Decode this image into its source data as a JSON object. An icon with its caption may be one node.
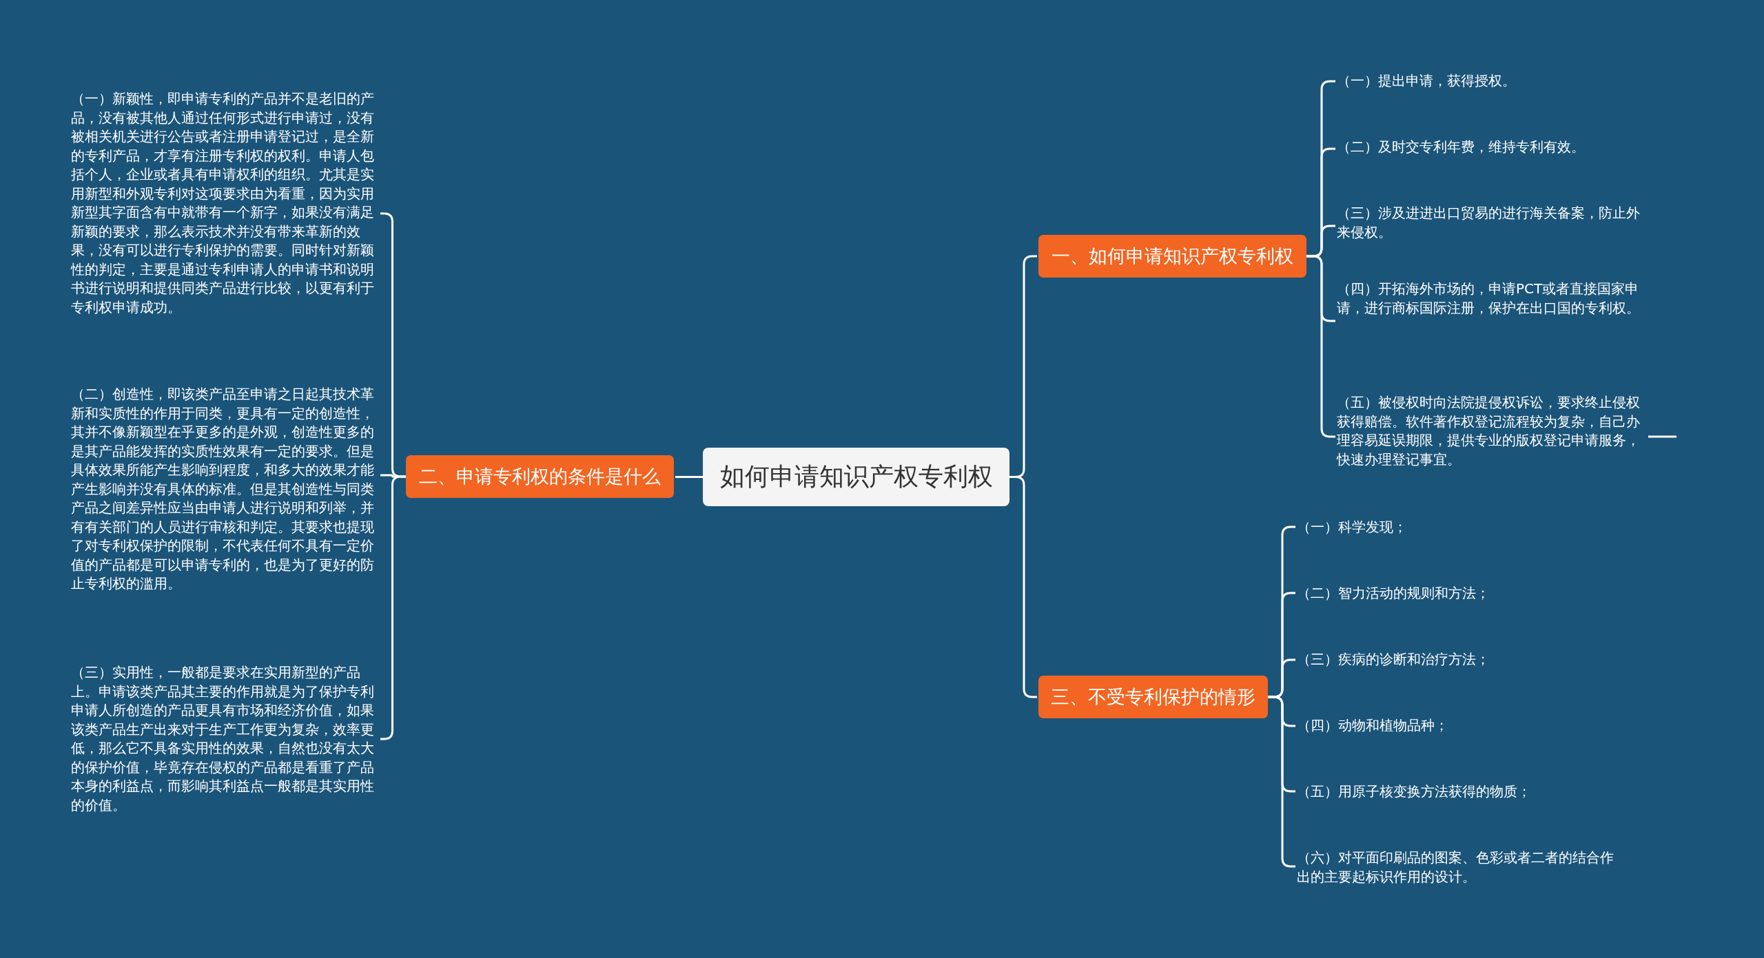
{
  "diagram": {
    "nodes": [
      {
        "text": [
          "如何申请知识产权专利权"
        ]
      },
      {
        "text": [
          "一、如何申请知识产权专利权"
        ]
      },
      {
        "text": [
          "（一）提出申请，获得授权。"
        ]
      },
      {
        "text": [
          "（二）及时交专利年费，维持专利有效。"
        ]
      },
      {
        "text": [
          "（三）涉及进进出口贸易的进行海关备案，防止外来侵权。"
        ]
      },
      {
        "text": [
          "（四）开拓海外市场的，申请PCT或者直接国家申请，进行商标国际注册，保护在出口国的专利权。"
        ]
      },
      {
        "text": [
          "（五）被侵权时向法院提侵权诉讼，要求终止侵权获得赔偿。软件著作权登记流程较为复杂，自己办理容易延误期限，提供专业的版权登记申请服务，快速办理登记事宜。"
        ]
      },
      {
        "text": [
          "二、申请专利权的条件是什么"
        ]
      },
      {
        "text": [
          "（一）新颖性，即申请专利的产品并不是老旧的产品，没有被其他人通过任何形式进行申请过，没有被相关机关进行公告或者注册申请登记过，是全新的专利产品，才享有注册专利权的权利。申请人包括个人，企业或者具有申请权利的组织。尤其是实用新型和外观专利对这项要求由为看重，因为实用新型其字面含有中就带有一个新字，如果没有满足新颖的要求，那么表示技术并没有带来革新的效果，没有可以进行专利保护的需要。同时针对新颖性的判定，主要是通过专利申请人的申请书和说明书进行说明和提供同类产品进行比较，以更有利于专利权申请成功。"
        ]
      },
      {
        "text": [
          "（二）创造性，即该类产品至申请之日起其技术革新和实质性的作用于同类，更具有一定的创造性，其并不像新颖型在乎更多的是外观，创造性更多的是其产品能发挥的实质性效果有一定的要求。但是具体效果所能产生影响到程度，和多大的效果才能产生影响并没有具体的标准。但是其创造性与同类产品之间差异性应当由申请人进行说明和列举，并有有关部门的人员进行审核和判定。其要求也提现了对专利权保护的限制，不代表任何不具有一定价值的产品都是可以申请专利的，也是为了更好的防止专利权的滥用。"
        ]
      },
      {
        "text": [
          "（三）实用性，一般都是要求在实用新型的产品上。申请该类产品其主要的作用就是为了保护专利申请人所创造的产品更具有市场和经济价值，如果该类产品生产出来对于生产工作更为复杂，效率更低，那么它不具备实用性的效果，自然也没有太大的保护价值，毕竟存在侵权的产品都是看重了产品本身的利益点，而影响其利益点一般都是其实用性的价值。"
        ]
      },
      {
        "text": [
          "三、不受专利保护的情形"
        ]
      },
      {
        "text": [
          "（一）科学发现；"
        ]
      },
      {
        "text": [
          "（二）智力活动的规则和方法；"
        ]
      },
      {
        "text": [
          "（三）疾病的诊断和治疗方法；"
        ]
      },
      {
        "text": [
          "（四）动物和植物品种；"
        ]
      },
      {
        "text": [
          "（五）用原子核变换方法获得的物质；"
        ]
      },
      {
        "text": [
          "（六）对平面印刷品的图案、色彩或者二者的结合作出的主要起标识作用的设计。"
        ]
      }
    ],
    "edges": [
      {
        "from": 0,
        "to": 1,
        "arrow": "none"
      },
      {
        "from": 0,
        "to": 7,
        "arrow": "none"
      },
      {
        "from": 0,
        "to": 11,
        "arrow": "none"
      },
      {
        "from": 1,
        "to": 2,
        "arrow": "none"
      },
      {
        "from": 1,
        "to": 3,
        "arrow": "none"
      },
      {
        "from": 1,
        "to": 4,
        "arrow": "none"
      },
      {
        "from": 1,
        "to": 5,
        "arrow": "none"
      },
      {
        "from": 1,
        "to": 6,
        "arrow": "none"
      },
      {
        "from": 7,
        "to": 8,
        "arrow": "none"
      },
      {
        "from": 7,
        "to": 9,
        "arrow": "none"
      },
      {
        "from": 7,
        "to": 10,
        "arrow": "none"
      },
      {
        "from": 11,
        "to": 12,
        "arrow": "none"
      },
      {
        "from": 11,
        "to": 13,
        "arrow": "none"
      },
      {
        "from": 11,
        "to": 14,
        "arrow": "none"
      },
      {
        "from": 11,
        "to": 15,
        "arrow": "none"
      },
      {
        "from": 11,
        "to": 16,
        "arrow": "none"
      },
      {
        "from": 11,
        "to": 17,
        "arrow": "none"
      },
      {
        "from": 6,
        "to": null,
        "arrow": "none"
      }
    ]
  }
}
